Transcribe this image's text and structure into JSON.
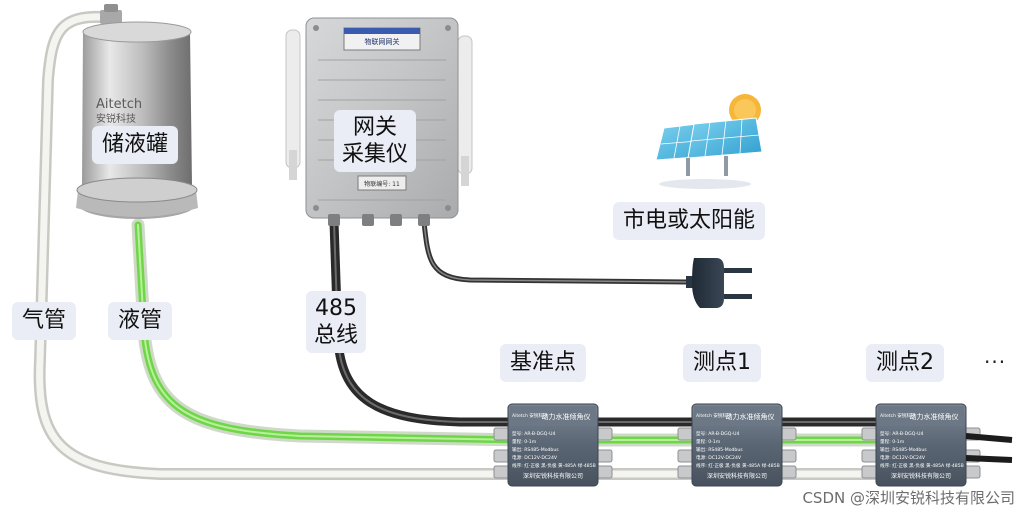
{
  "labels": {
    "tank": "储液罐",
    "gateway_line1": "网关",
    "gateway_line2": "采集仪",
    "power": "市电或太阳能",
    "gas_pipe": "气管",
    "liquid_pipe": "液管",
    "bus_line1": "485",
    "bus_line2": "总线",
    "reference_point": "基准点",
    "measure_point_1": "测点1",
    "measure_point_2": "测点2",
    "more": "···"
  },
  "tank_brand": {
    "name": "Aitetch",
    "cn": "安锐科技"
  },
  "gateway_device": {
    "title": "物联网网关",
    "nameplate": "物联编号:  11"
  },
  "sensor_device": {
    "brand": "Aitetch 安锐科技",
    "title": "动力水准倾角仪",
    "specs": [
      "型号: AR-B-DGQ-U4",
      "量程: 0-1m",
      "输出: RS485-Modbus",
      "电源: DC12V-DC24V",
      "线序: 红-正极  黑-负极  黄-485A  绿-485B"
    ],
    "maker": "深圳安锐科技有限公司"
  },
  "watermark": "CSDN @深圳安锐科技有限公司",
  "colors": {
    "label_bg": "#eaedf5",
    "liquid_pipe": "#7ddc5a",
    "gas_pipe": "#e6e6e2",
    "cable": "#3a3a3a",
    "sensor_body": "#5d6a78",
    "solar_panel": "#4fb7de",
    "sun": "#f5b63a"
  }
}
